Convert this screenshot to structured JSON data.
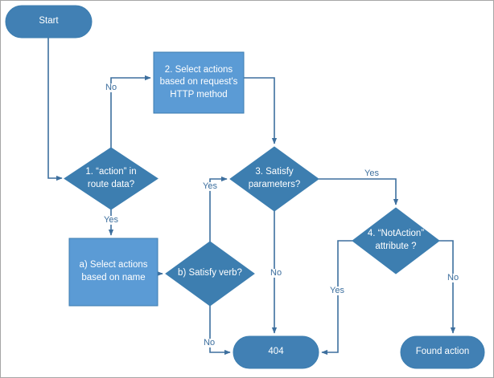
{
  "diagram": {
    "title": "ASP.NET MVC action selection flowchart",
    "colors": {
      "process_fill": "#5B9BD5",
      "decision_fill": "#3D7EB0",
      "terminator_fill": "#4180B4",
      "shape_stroke": "#3D7EB0",
      "connector": "#3D6F9E",
      "label_text": "#3D6F9E",
      "node_text": "#FFFFFF",
      "canvas": "#FFFFFF",
      "frame": "#A6A6A6"
    },
    "nodes": [
      {
        "id": "start",
        "shape": "terminator",
        "text": "Start"
      },
      {
        "id": "step2",
        "shape": "process",
        "text": "2. Select actions\nbased on request's\nHTTP method"
      },
      {
        "id": "step1",
        "shape": "decision",
        "text": "1. “action” in\nroute data?"
      },
      {
        "id": "step3",
        "shape": "decision",
        "text": "3. Satisfy\nparameters?"
      },
      {
        "id": "step4",
        "shape": "decision",
        "text": "4. “NotAction”\nattribute ?"
      },
      {
        "id": "stepa",
        "shape": "process",
        "text": "a) Select actions\nbased on name"
      },
      {
        "id": "stepb",
        "shape": "decision",
        "text": "b) Satisfy verb?"
      },
      {
        "id": "notfound",
        "shape": "terminator",
        "text": "404"
      },
      {
        "id": "found",
        "shape": "terminator",
        "text": "Found action"
      }
    ],
    "edges": [
      {
        "id": "start-to-step1",
        "from": "start",
        "to": "step1",
        "label": ""
      },
      {
        "id": "step1-no-step2",
        "from": "step1",
        "to": "step2",
        "label": "No"
      },
      {
        "id": "step1-yes-stepa",
        "from": "step1",
        "to": "stepa",
        "label": "Yes"
      },
      {
        "id": "step2-to-step3",
        "from": "step2",
        "to": "step3",
        "label": ""
      },
      {
        "id": "stepa-to-stepb",
        "from": "stepa",
        "to": "stepb",
        "label": ""
      },
      {
        "id": "stepb-yes-step3",
        "from": "stepb",
        "to": "step3",
        "label": "Yes"
      },
      {
        "id": "stepb-no-404",
        "from": "stepb",
        "to": "notfound",
        "label": "No"
      },
      {
        "id": "step3-no-404",
        "from": "step3",
        "to": "notfound",
        "label": "No"
      },
      {
        "id": "step3-yes-step4",
        "from": "step3",
        "to": "step4",
        "label": "Yes"
      },
      {
        "id": "step4-yes-404",
        "from": "step4",
        "to": "notfound",
        "label": "Yes"
      },
      {
        "id": "step4-no-found",
        "from": "step4",
        "to": "found",
        "label": "No"
      }
    ]
  }
}
